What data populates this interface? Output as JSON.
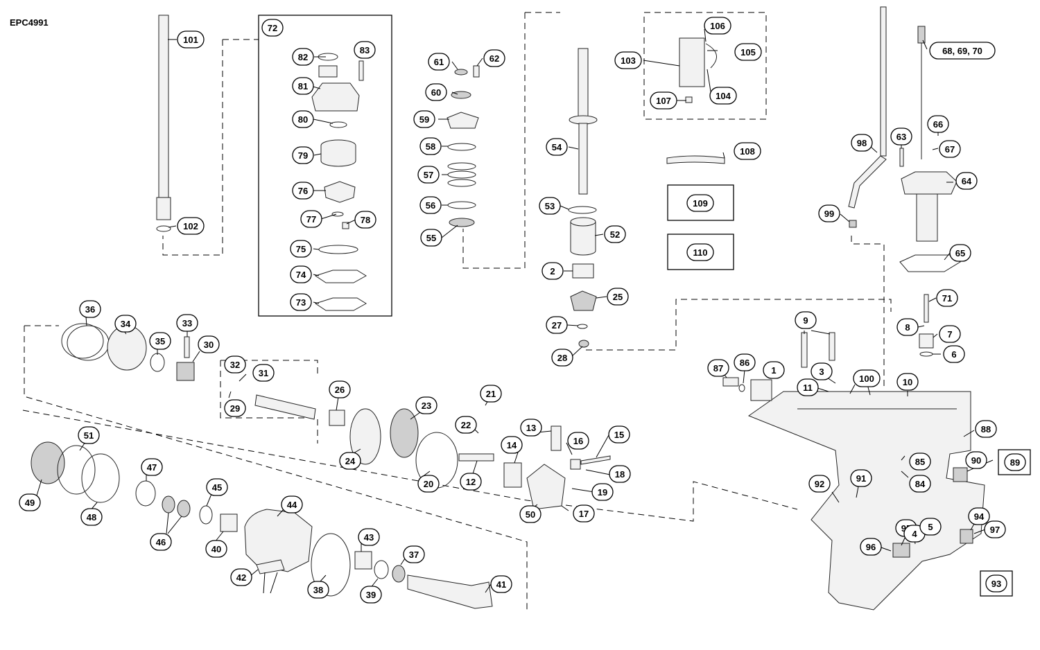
{
  "diagram": {
    "code": "EPC4991",
    "callouts": [
      "101",
      "102",
      "72",
      "82",
      "83",
      "81",
      "80",
      "79",
      "76",
      "77",
      "78",
      "75",
      "74",
      "73",
      "61",
      "62",
      "60",
      "59",
      "58",
      "57",
      "56",
      "55",
      "54",
      "53",
      "52",
      "2",
      "25",
      "27",
      "28",
      "103",
      "106",
      "105",
      "104",
      "107",
      "108",
      "109",
      "110",
      "68, 69, 70",
      "66",
      "67",
      "63",
      "98",
      "64",
      "99",
      "65",
      "71",
      "8",
      "7",
      "6",
      "9",
      "3",
      "11",
      "100",
      "10",
      "88",
      "87",
      "86",
      "1",
      "85",
      "84",
      "89",
      "90",
      "92",
      "91",
      "95",
      "4",
      "5",
      "96",
      "94",
      "97",
      "93",
      "36",
      "34",
      "35",
      "33",
      "30",
      "32",
      "31",
      "29",
      "26",
      "24",
      "23",
      "20",
      "21",
      "22",
      "12",
      "14",
      "13",
      "16",
      "15",
      "18",
      "19",
      "17",
      "50",
      "51",
      "49",
      "48",
      "47",
      "46",
      "45",
      "40",
      "44",
      "43",
      "38",
      "39",
      "37",
      "41",
      "42"
    ]
  }
}
